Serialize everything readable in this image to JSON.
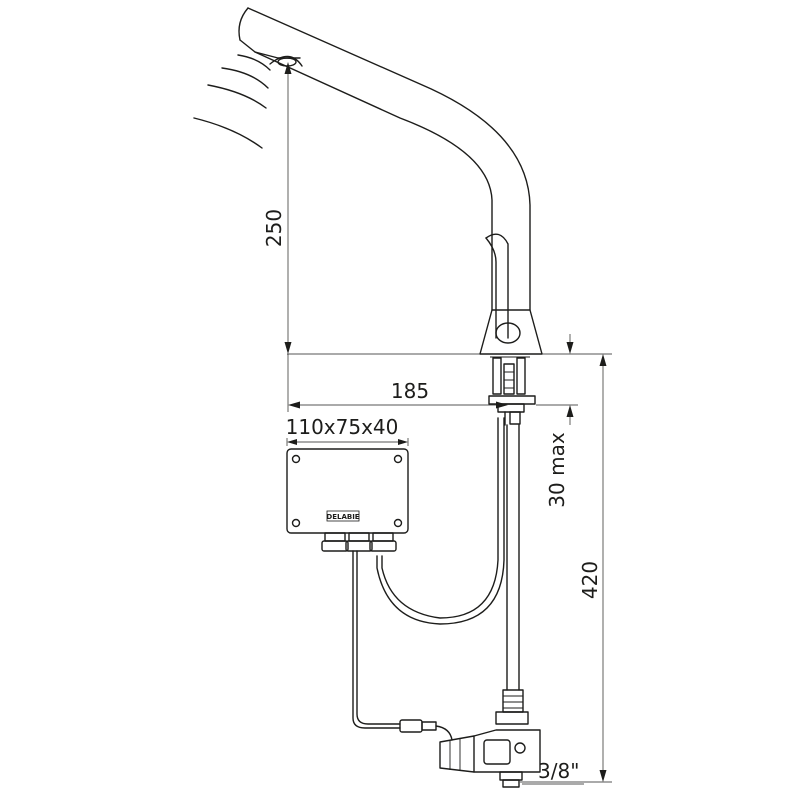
{
  "dimensions": {
    "spout_height": "250",
    "reach": "185",
    "box_size": "110x75x40",
    "deck_thickness": "30 max",
    "supply_length": "420",
    "connection": "3/8\""
  },
  "control_box": {
    "brand": "DELABIE"
  }
}
